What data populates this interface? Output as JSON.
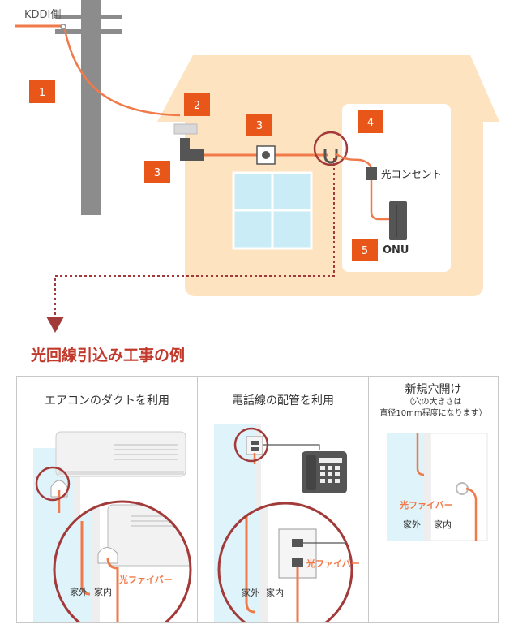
{
  "diagram": {
    "kddi_label": "KDDI側",
    "step_badges": [
      "1",
      "2",
      "3",
      "3",
      "4",
      "5"
    ],
    "outlet_label": "光コンセント",
    "onu_label": "ONU"
  },
  "section_title": "光回線引込み工事の例",
  "methods": [
    {
      "title": "エアコンのダクトを利用",
      "outside_label": "家外",
      "inside_label": "家内",
      "fiber_label": "光ファイバー"
    },
    {
      "title": "電話線の配管を利用",
      "outside_label": "家外",
      "inside_label": "家内",
      "fiber_label": "光ファイバー"
    },
    {
      "title": "新規穴開け",
      "subtitle_line1": "（穴の大きさは",
      "subtitle_line2": "直径10mm程度になります）",
      "outside_label": "家外",
      "inside_label": "家内",
      "fiber_label": "光ファイバー"
    }
  ],
  "colors": {
    "fiber": "#f07a4a",
    "badge": "#e8561a",
    "house": "#fde3c0",
    "pole": "#8c8c8c",
    "circle": "#a33a3a",
    "title": "#c0392b",
    "window": "#c9ecf6"
  }
}
